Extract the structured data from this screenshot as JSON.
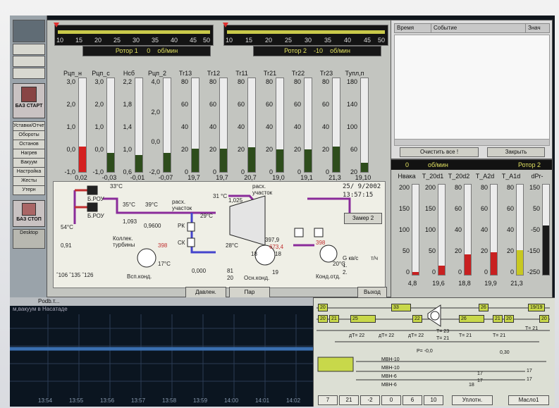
{
  "left_bar": {
    "start_label": "БАЗ СТАРТ",
    "stop_label": "БАЗ СТОП",
    "desktop_label": "Desktop",
    "items": [
      "Уставки/Отчеты",
      "Обороты",
      "Останов",
      "Нагрев",
      "Вакуум",
      "Настройка",
      "Жесты",
      "Утерн"
    ]
  },
  "rotor": {
    "scale": [
      "10",
      "15",
      "20",
      "25",
      "30",
      "35",
      "40",
      "45",
      "50"
    ],
    "rotor1_label": "Ротор 1",
    "rotor1_value": "0",
    "rotor2_label": "Ротор 2",
    "rotor2_value": "-10",
    "unit": "об/мин"
  },
  "gauges": [
    {
      "name": "Рцп_н",
      "scale": [
        "3,0",
        "2,0",
        "1,0",
        "0,0",
        "-1,0"
      ],
      "value": "0,02",
      "fill": 0.27,
      "color": "#d42020"
    },
    {
      "name": "Рцп_с",
      "scale": [
        "3,0",
        "2,0",
        "1,0",
        "0,0",
        "-1,0"
      ],
      "value": "-0,03",
      "fill": 0.2,
      "color": "#2e4d1c"
    },
    {
      "name": "Нсб",
      "scale": [
        "2,2",
        "1,8",
        "1,4",
        "1,0",
        "0,6"
      ],
      "value": "-0,01",
      "fill": 0.18,
      "color": "#2e4d1c"
    },
    {
      "name": "Рцп_2",
      "scale": [
        "4,0",
        "2,0",
        "0,0",
        "-2,0"
      ],
      "value": "-0,07",
      "fill": 0.2,
      "color": "#2e4d1c"
    },
    {
      "name": "Tr13",
      "scale": [
        "80",
        "60",
        "40",
        "20",
        "0"
      ],
      "value": "19,7",
      "fill": 0.25,
      "color": "#2e4d1c"
    },
    {
      "name": "Tr12",
      "scale": [
        "80",
        "60",
        "40",
        "20",
        "0"
      ],
      "value": "19,7",
      "fill": 0.25,
      "color": "#2e4d1c"
    },
    {
      "name": "Tr11",
      "scale": [
        "80",
        "60",
        "40",
        "20",
        "0"
      ],
      "value": "20,7",
      "fill": 0.26,
      "color": "#2e4d1c"
    },
    {
      "name": "Tr21",
      "scale": [
        "80",
        "60",
        "40",
        "20",
        "0"
      ],
      "value": "19,0",
      "fill": 0.24,
      "color": "#2e4d1c"
    },
    {
      "name": "Tr22",
      "scale": [
        "80",
        "60",
        "40",
        "20",
        "0"
      ],
      "value": "19,1",
      "fill": 0.24,
      "color": "#2e4d1c"
    },
    {
      "name": "Tr23",
      "scale": [
        "80",
        "60",
        "40",
        "20",
        "0"
      ],
      "value": "21,3",
      "fill": 0.27,
      "color": "#2e4d1c"
    },
    {
      "name": "Тупл,п",
      "scale": [
        "180",
        "140",
        "100",
        "60",
        "20"
      ],
      "value": "19,10",
      "fill": 0.1,
      "color": "#2e4d1c"
    }
  ],
  "diagram": {
    "date": "25/ 9/2002",
    "time": "13:57:15",
    "zamer_label": "Замер 2",
    "labels": {
      "rou1": "Б.РОУ",
      "rou2": "Б.РОУ",
      "t33": "33°С",
      "t35": "35°С",
      "t39": "39°С",
      "rask1": "расх. участок",
      "rask2": "расх. участок",
      "t31": "31 °С",
      "v1025": "1,025",
      "t54": "54°С",
      "v091": "0,91",
      "v1093": "1,093",
      "v09600": "0,9600",
      "t29": "29°С",
      "rk": "РК",
      "sk": "СК",
      "t28": "28°С",
      "v3979": "397,9",
      "v6734": "673,4",
      "n18a": "18",
      "n18b": "18",
      "n19": "19",
      "v398a": "398",
      "v398b": "398",
      "t17": "17°С",
      "t20": "20°С",
      "kollektor": "Коллек. турбины",
      "v0000": "0,000",
      "v81": "81",
      "v20": "20",
      "osn": "Осн.конд.",
      "vsp": "Всп.конд.",
      "kond2": "Конд.отд.",
      "g_unit": "G кв/с",
      "t_unit": "т/ч",
      "r1": "1.",
      "r2": "2.",
      "bottom_codes": "ˆ106 ˆ135 ˆ126"
    },
    "buttons": {
      "pressure": "Давлен.",
      "steam": "Пар",
      "exit": "Выход"
    }
  },
  "events": {
    "col_time": "Время",
    "col_event": "Событие",
    "col_value": "Знач",
    "clear_label": "Очистить все !",
    "close_label": "Закрыть"
  },
  "right_gauges": {
    "header_value": "0",
    "header_unit": "об/мин",
    "header_rotor": "Ротор 2",
    "items": [
      {
        "name": "Нвака",
        "scale": [
          "200",
          "150",
          "100",
          "50",
          "0"
        ],
        "value": "4,8",
        "fill": 0.03,
        "color": "#c82020"
      },
      {
        "name": "T_20d1",
        "scale": [
          "200",
          "150",
          "100",
          "50",
          "0"
        ],
        "value": "19,6",
        "fill": 0.1,
        "color": "#c82020"
      },
      {
        "name": "T_20d2",
        "scale": [
          "80",
          "60",
          "40",
          "20",
          "0"
        ],
        "value": "18,8",
        "fill": 0.23,
        "color": "#c82020"
      },
      {
        "name": "T_A2d",
        "scale": [
          "80",
          "60",
          "40",
          "20",
          "0"
        ],
        "value": "19,9",
        "fill": 0.25,
        "color": "#c82020"
      },
      {
        "name": "T_A1d",
        "scale": [
          "80",
          "60",
          "40",
          "20",
          "0"
        ],
        "value": "21,3",
        "fill": 0.27,
        "color": "#c8c820"
      },
      {
        "name": "dPr-",
        "scale": [
          "150",
          "50",
          "-50",
          "-150",
          "-250"
        ],
        "value": "",
        "fill": 0.55,
        "color": "#1a1a1a"
      }
    ]
  },
  "trend": {
    "times": [
      "13:54",
      "13:55",
      "13:56",
      "13:57",
      "13:58",
      "13:59",
      "14:00",
      "14:01",
      "14:02"
    ],
    "tabs": [
      "Podb.т..."
    ],
    "caption": "м,вакуум в Насатаде"
  },
  "mimic": {
    "boxes": [
      "20",
      "20",
      "21",
      "25",
      "33",
      "22",
      "26",
      "21",
      "20",
      "19/19",
      "20",
      "26"
    ],
    "labels": {
      "at22a": "дТ= 22",
      "at22b": "дТ= 22",
      "at22c": "дТ= 22",
      "t23": "Т= 23",
      "t21a": "Т= 21",
      "t21b": "Т= 21",
      "t21c": "Т= 21",
      "t21d": "Т= 21",
      "p00": "Р= -0,0",
      "v030": "0,30",
      "mvn1": "МВН-10",
      "mvn2": "МВН-10",
      "mvn3": "МВН-6",
      "mvn4": "МВН-6",
      "n17a": "17",
      "n17b": "17",
      "n17c": "17",
      "n18": "18",
      "n17d": "17"
    },
    "status": [
      "7",
      "21",
      "-2",
      "0",
      "6",
      "10"
    ],
    "uplot_label": "Уплотн.",
    "oil_label": "Масло1"
  }
}
